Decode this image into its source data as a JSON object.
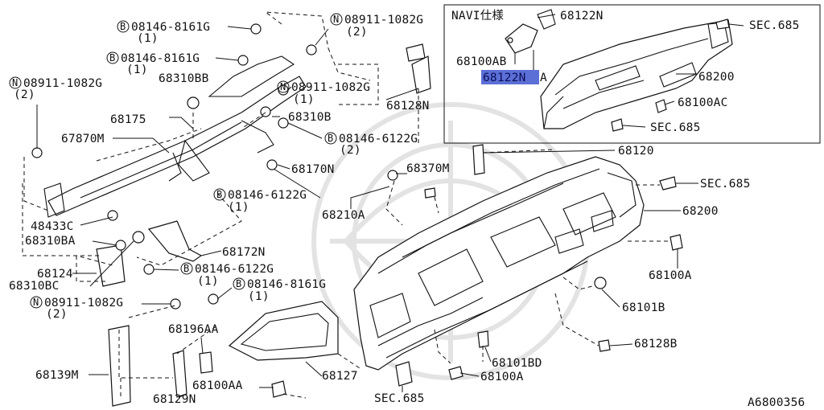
{
  "diagram_id": "A6800356",
  "inset": {
    "title": "NAVI仕様"
  },
  "symbols": {
    "bolt": "B",
    "nut": "N"
  },
  "callouts": [
    {
      "code": "08146-8161G",
      "qty": "(1)"
    },
    {
      "code": "08146-8161G",
      "qty": "(1)"
    },
    {
      "code": "08911-1082G",
      "qty": "(2)"
    },
    {
      "code": "08911-1082G",
      "qty": "(2)"
    },
    {
      "code": "08911-1082G",
      "qty": "(1)"
    },
    {
      "code": "08146-6122G",
      "qty": "(2)"
    },
    {
      "code": "08146-6122G",
      "qty": "(1)"
    },
    {
      "code": "08146-6122G",
      "qty": "(1)"
    },
    {
      "code": "08146-8161G",
      "qty": "(1)"
    },
    {
      "code": "08911-1082G",
      "qty": "(2)"
    }
  ],
  "labels": {
    "p68310BB": "68310BB",
    "p68128N": "68128N",
    "p68175": "68175",
    "p68310B": "68310B",
    "p67870M": "67870M",
    "p68170N": "68170N",
    "p48433C": "48433C",
    "p68310BA": "68310BA",
    "p68172N": "68172N",
    "p68124": "68124",
    "p68310BC": "68310BC",
    "p68139M": "68139M",
    "p68196AA": "68196AA",
    "p68129N": "68129N",
    "p68100AA": "68100AA",
    "p68127": "68127",
    "sec685_bottom": "SEC.685",
    "p68100A_bottom": "68100A",
    "p68101BD": "68101BD",
    "p68128B": "68128B",
    "p68101B": "68101B",
    "p68100A_right": "68100A",
    "p68200": "68200",
    "sec685_right": "SEC.685",
    "p68120": "68120",
    "p68370M": "68370M",
    "p68210A": "68210A",
    "in_68122N_top": "68122N",
    "in_sec685_top": "SEC.685",
    "in_68100AB": "68100AB",
    "in_68122N_hl": "68122N",
    "in_suffix_A": "A",
    "in_68200": "68200",
    "in_68100AC": "68100AC",
    "in_sec685_bottom": "SEC.685"
  }
}
